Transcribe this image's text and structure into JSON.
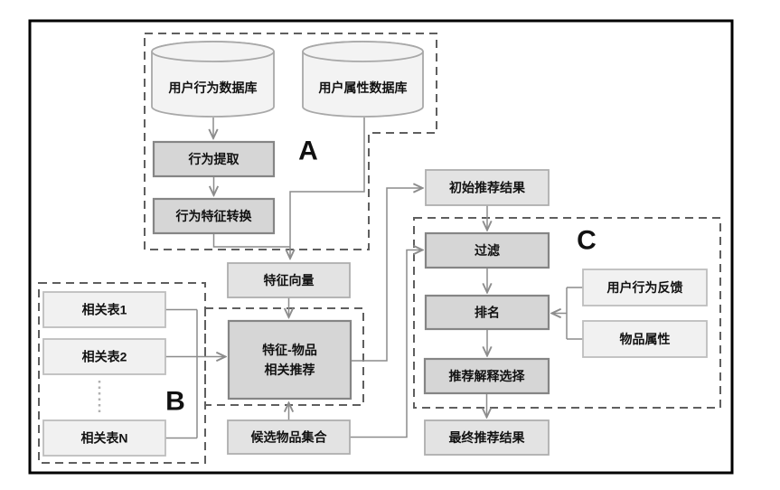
{
  "sections": {
    "a_label": "A",
    "b_label": "B",
    "c_label": "C"
  },
  "databases": {
    "user_behavior_db": "用户行为数据库",
    "user_attribute_db": "用户属性数据库"
  },
  "nodes": {
    "behavior_extraction": "行为提取",
    "behavior_feature_conversion": "行为特征转换",
    "feature_vector": "特征向量",
    "feature_item_recommendation_line1": "特征-物品",
    "feature_item_recommendation_line2": "相关推荐",
    "candidate_item_set": "候选物品集合",
    "related_table_1": "相关表1",
    "related_table_2": "相关表2",
    "related_table_n": "相关表N",
    "initial_recommendation_results": "初始推荐结果",
    "filter": "过滤",
    "ranking": "排名",
    "recommendation_explanation_selection": "推荐解释选择",
    "final_recommendation_results": "最终推荐结果",
    "user_behavior_feedback": "用户行为反馈",
    "item_attributes": "物品属性"
  },
  "colors": {
    "frame": "#000000",
    "dashed_border": "#5f5f5f",
    "connector": "#8c8c8c",
    "box_dark_fill": "#d6d6d6",
    "box_dark_border": "#858585",
    "box_mid_fill": "#e3e3e3",
    "box_light_fill": "#f1f1f1",
    "text": "#111111"
  }
}
